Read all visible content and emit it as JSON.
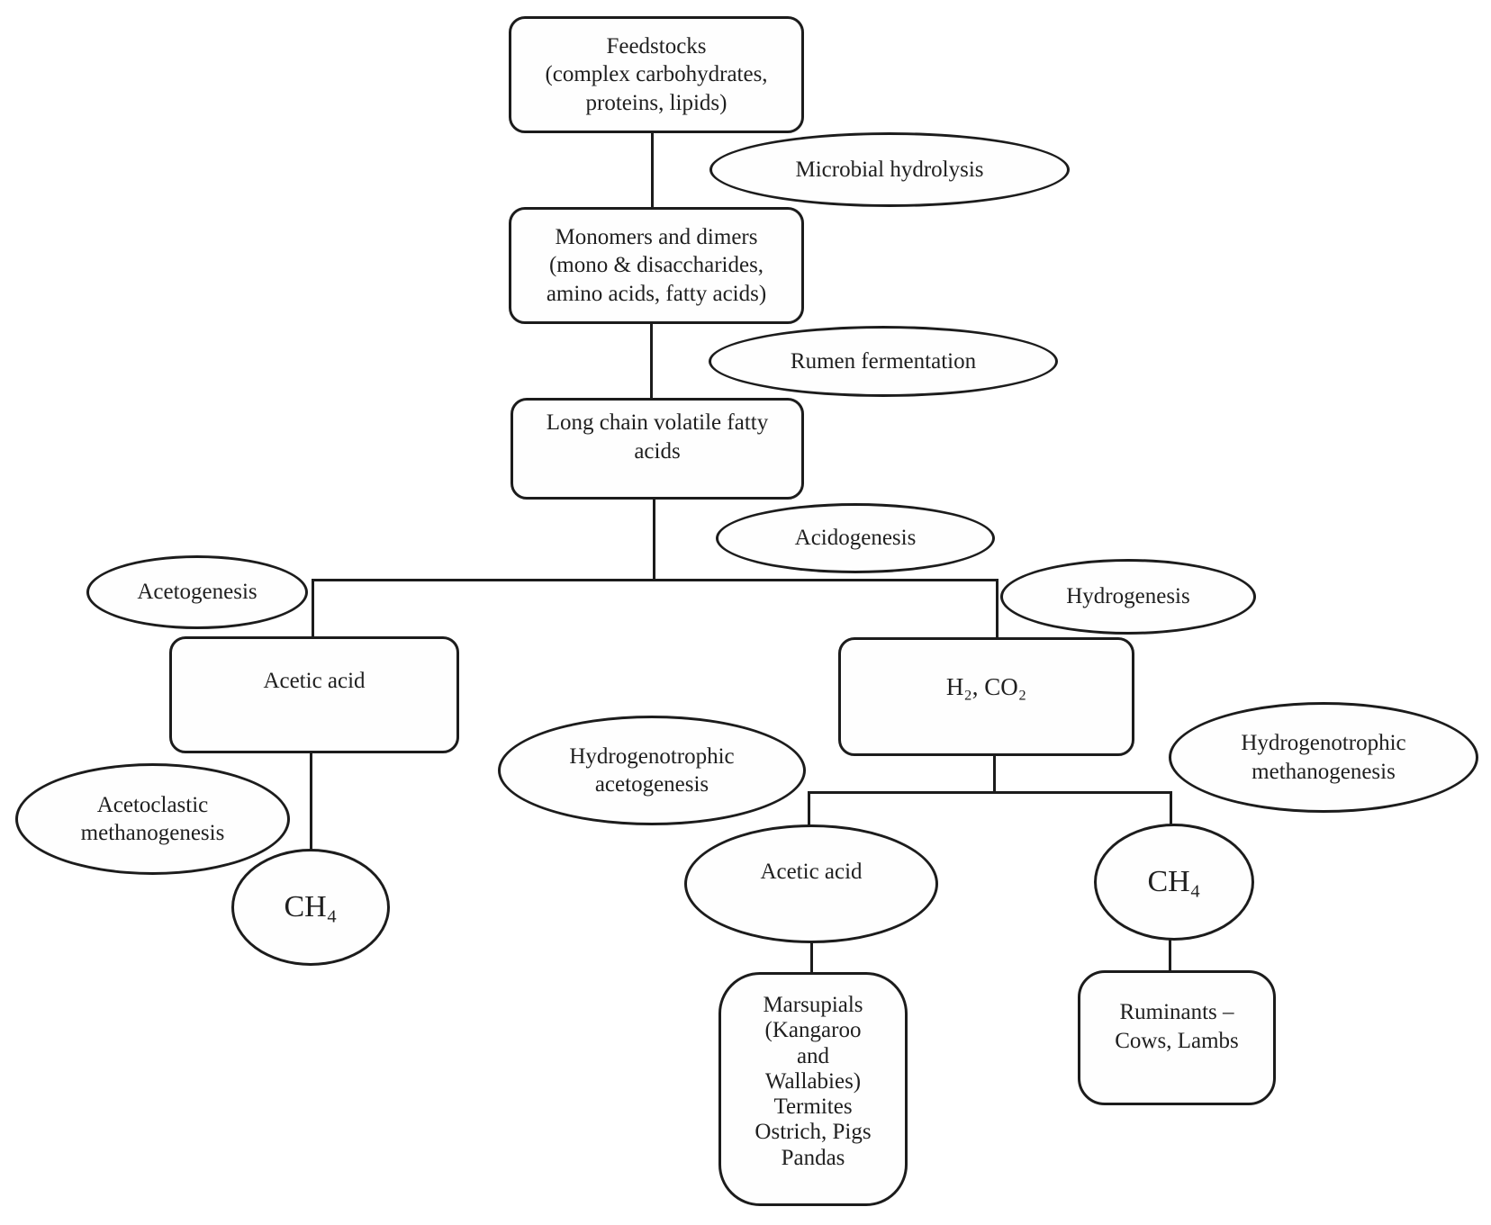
{
  "diagram": {
    "title_implicit": "Methane production pathway flowchart",
    "background_color": "#ffffff",
    "line_color": "#1c1c1c",
    "text_color": "#1f1f1f"
  },
  "nodes": {
    "feedstocks": {
      "lines": [
        "Feedstocks",
        "(complex carbohydrates,",
        "proteins, lipids)"
      ]
    },
    "monomers": {
      "lines": [
        "Monomers and dimers",
        "(mono & disaccharides,",
        "amino acids, fatty acids)"
      ]
    },
    "long_chain": {
      "lines": [
        "Long chain volatile fatty",
        "acids"
      ]
    },
    "acetic_acid_left": {
      "label": "Acetic acid"
    },
    "h2_co2": {
      "label": "H₂, CO₂"
    },
    "ch4_left": {
      "label": "CH₄"
    },
    "acetic_acid_mid": {
      "label": "Acetic acid"
    },
    "ch4_right": {
      "label": "CH₄"
    },
    "marsupials": {
      "lines": [
        "Marsupials",
        "(Kangaroo",
        "and",
        "Wallabies)",
        "Termites",
        "Ostrich, Pigs",
        "Pandas"
      ]
    },
    "ruminants": {
      "lines": [
        "Ruminants –",
        "Cows, Lambs"
      ]
    }
  },
  "process_labels": {
    "microbial_hydrolysis": {
      "lines": [
        "Microbial hydrolysis"
      ]
    },
    "rumen_fermentation": {
      "lines": [
        "Rumen fermentation"
      ]
    },
    "acidogenesis": {
      "lines": [
        "Acidogenesis"
      ]
    },
    "acetogenesis": {
      "lines": [
        "Acetogenesis"
      ]
    },
    "acetoclastic_methanogenesis": {
      "lines": [
        "Acetoclastic",
        "methanogenesis"
      ]
    },
    "hydrogenesis": {
      "lines": [
        "Hydrogenesis"
      ]
    },
    "hydrogenotrophic_acetogenesis": {
      "lines": [
        "Hydrogenotrophic",
        "acetogenesis"
      ]
    },
    "hydrogenotrophic_methanogenesis": {
      "lines": [
        "Hydrogenotrophic",
        "methanogenesis"
      ]
    }
  }
}
